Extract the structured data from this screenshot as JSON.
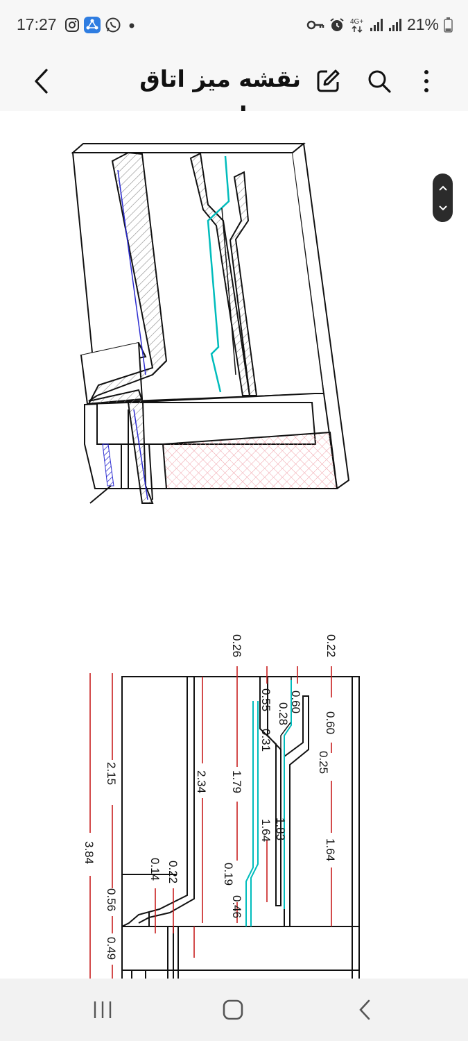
{
  "status_bar": {
    "time": "17:27",
    "battery": "21%",
    "network": "4G+",
    "left_icons": [
      "instagram-icon",
      "share-app-icon",
      "whatsapp-icon",
      "dot-icon"
    ],
    "right_icons": [
      "key-icon",
      "alarm-icon",
      "network-4g-icon",
      "signal-icon",
      "signal-icon",
      "battery-icon"
    ]
  },
  "app_bar": {
    "title": "نقشه میز اتاق نوجوان",
    "icons": [
      "back-chevron-icon",
      "edit-icon",
      "search-icon",
      "more-vert-icon"
    ]
  },
  "drawing": {
    "labels_top": [
      "0.26",
      "0.22"
    ],
    "labels_left": [
      "3.84",
      "2.15",
      "0.56",
      "0.49"
    ],
    "labels_mid": [
      "2.34",
      "0.22",
      "0.14",
      "1.79",
      "0.19",
      "0.46",
      "1.64",
      "1.83",
      "0.31",
      "0.55",
      "0.28",
      "0.60",
      "0.60",
      "0.25",
      "1.64"
    ]
  },
  "nav_bar": {
    "icons": [
      "recent-apps-icon",
      "home-icon",
      "back-icon"
    ]
  },
  "colors": {
    "dimension_line": "#c81e1e",
    "cyan_line": "#00bcbc",
    "hatch_pink": "#f0a0a8",
    "hatch_blue": "#2a2ad0"
  }
}
